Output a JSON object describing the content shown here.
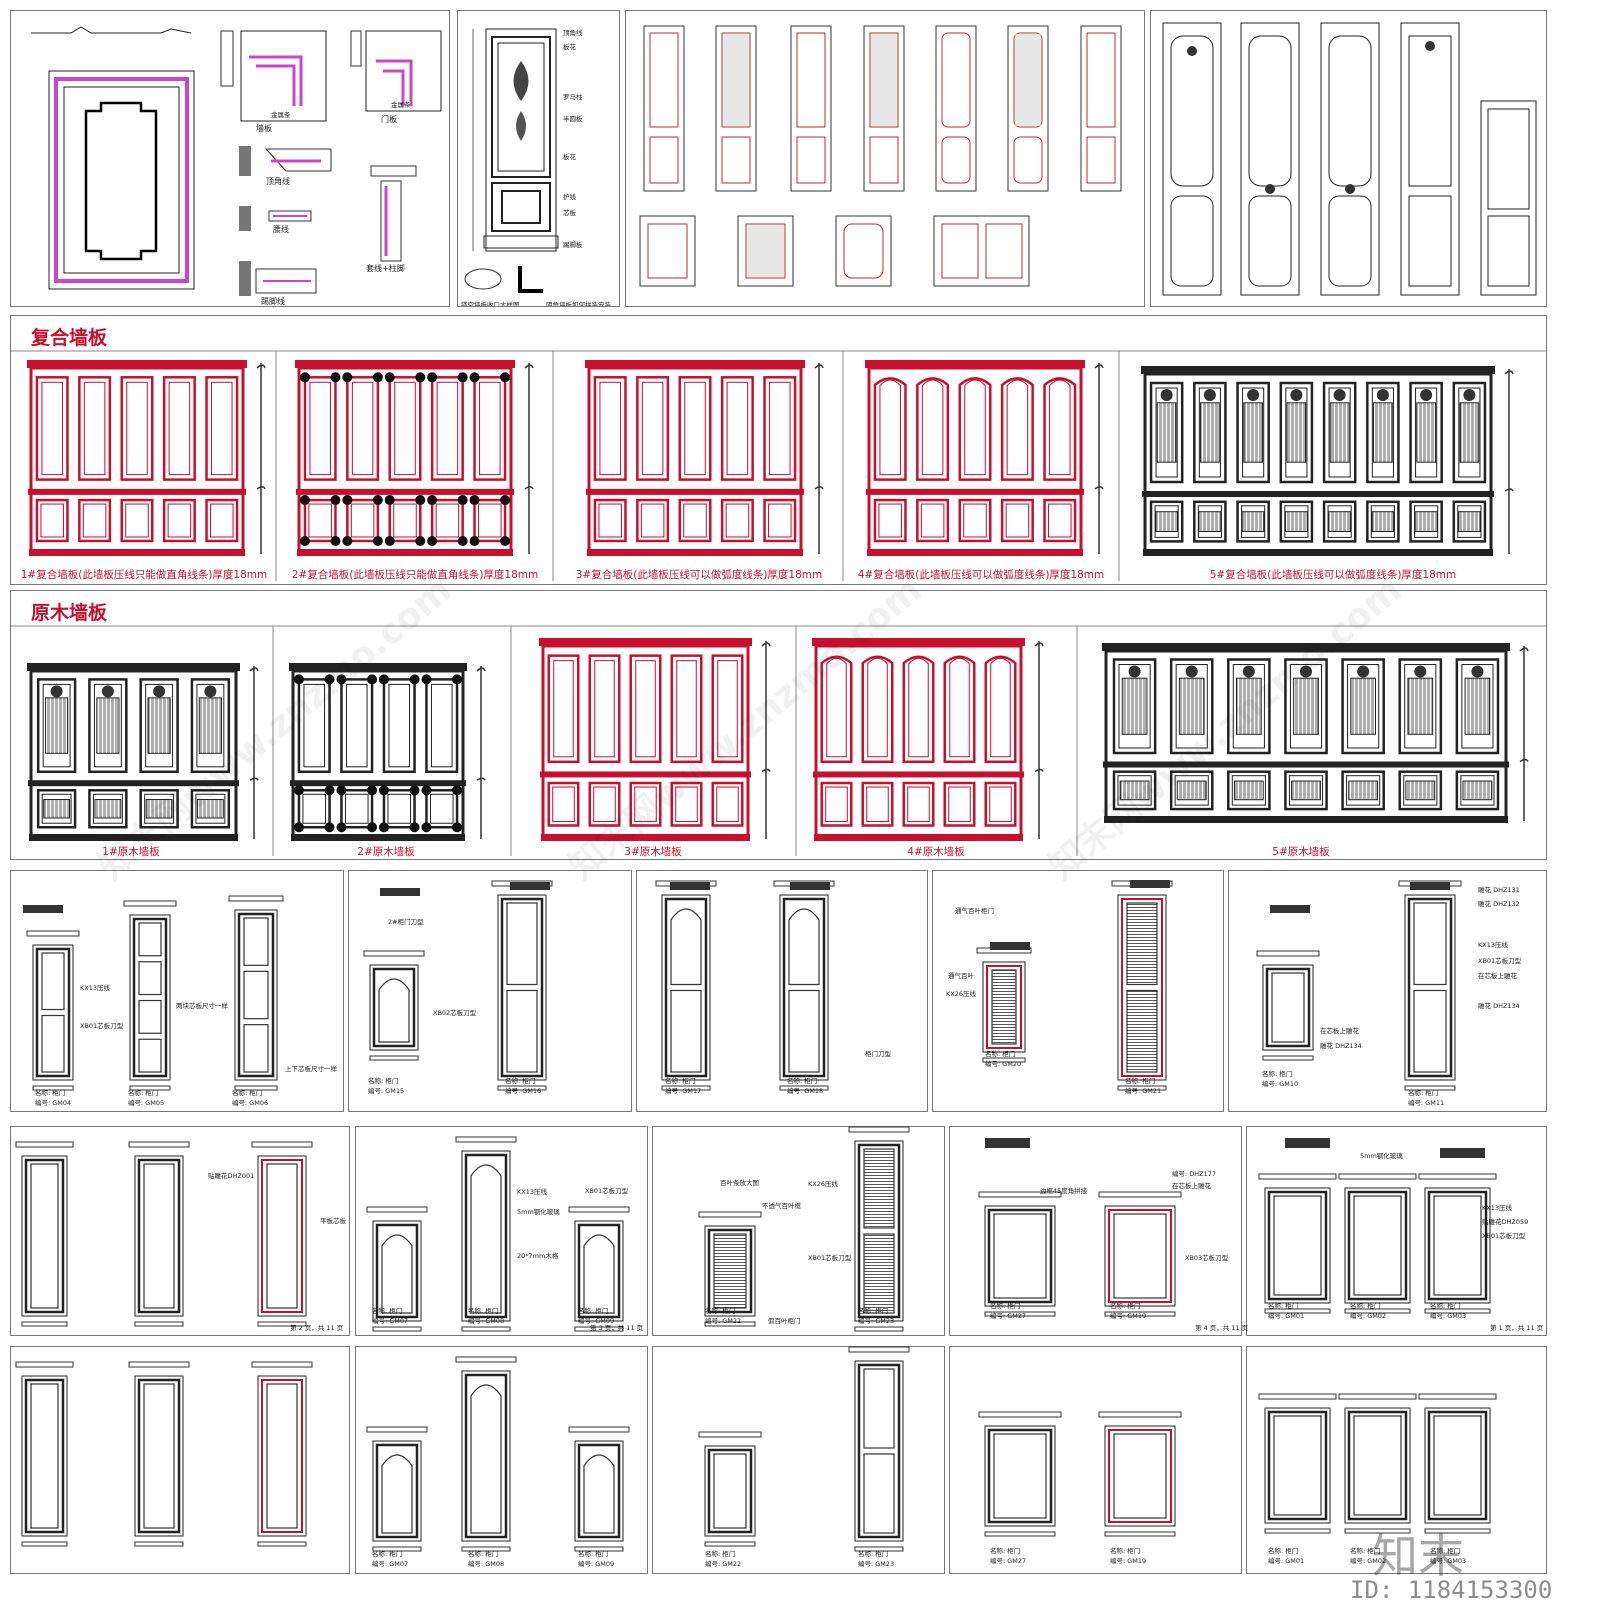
{
  "sections": {
    "composite": "复合墙板",
    "solid": "原木墙板"
  },
  "top": {
    "mouldings": {
      "wall": "墙板",
      "door": "门板",
      "crown": "顶角线",
      "waist": "腰线",
      "skirting": "踢脚线",
      "casing": "套线+柱脚",
      "color_tag": "金属条"
    },
    "door_labels": [
      "顶角线",
      "板花",
      "罗马柱",
      "半圆板",
      "板花",
      "护线",
      "芯板",
      "踢脚板"
    ],
    "door_notes": [
      "镂空墙板收口大样图",
      "阴角墙板如何拼装安装"
    ]
  },
  "composite_captions": [
    "1#复合墙板(此墙板压线只能做直角线条)厚度18mm",
    "2#复合墙板(此墙板压线只能做直角线条)厚度18mm",
    "3#复合墙板(此墙板压线可以做弧度线条)厚度18mm",
    "4#复合墙板(此墙板压线可以做弧度线条)厚度18mm",
    "5#复合墙板(此墙板压线可以做弧度线条)厚度18mm"
  ],
  "solid_captions": [
    "1#原木墙板",
    "2#原木墙板",
    "3#原木墙板",
    "4#原木墙板",
    "5#原木墙板"
  ],
  "row3": {
    "labels": [
      "KX13压线",
      "XB01芯板刀型",
      "两块芯板尺寸一样",
      "上下芯板尺寸一样",
      "2#柜门刀型",
      "XB02芯板刀型",
      "柜门刀型",
      "通气百叶柜门",
      "通气百叶",
      "KX26压线",
      "雕花 DHZ131",
      "雕花 DHZ132",
      "KX13压线",
      "XB01芯板刀型",
      "在芯板上雕花",
      "雕花 DHZ134",
      "在芯板上雕花",
      "雕花 DHZ134"
    ],
    "name_prefix": "名称: 柜门",
    "codes": [
      "编号: GM04",
      "编号: GM05",
      "编号: GM06",
      "编号: GM15",
      "编号: GM16",
      "编号: GM17",
      "编号: GM18",
      "编号: GM20",
      "编号: GM21",
      "编号: GM10",
      "编号: GM11"
    ]
  },
  "row4": {
    "labels": [
      "KX13压线",
      "5mm钢化玻璃",
      "20*7mm木格",
      "XB01芯板刀型",
      "百叶条放大图",
      "不透气百叶框",
      "KX26压线",
      "XB01芯板刀型",
      "假百叶柜门",
      "边框45度角拼接",
      "编号: DHZ177",
      "在芯板上雕花",
      "XB03芯板刀型",
      "5mm钢化玻璃",
      "KX13压线",
      "贴雕花DHZ059",
      "XB01芯板刀型",
      "贴雕花DHZ001",
      "平板芯板"
    ],
    "codes": [
      "编号: GM07",
      "编号: GM08",
      "编号: GM09",
      "编号: GM22",
      "编号: GM23",
      "编号: GM27",
      "编号: GM19",
      "编号: GM01",
      "编号: GM02",
      "编号: GM03"
    ],
    "page_notes": [
      "第 2 页，共 11 页",
      "第 3 页，共 11 页",
      "第 1 页，共 11 页",
      "第 4 页，共 11 页"
    ]
  },
  "row5": {
    "codes": [
      "编号: GM07",
      "编号: GM08",
      "编号: GM09",
      "编号: GM22",
      "编号: GM23",
      "编号: GM27",
      "编号: GM19",
      "编号: GM01",
      "编号: GM02",
      "编号: GM03"
    ]
  },
  "watermark": {
    "brand": "知末",
    "id": "ID: 1184153300",
    "site": "知末网www.znzmo.com"
  },
  "colors": {
    "red": "#c8102e",
    "line": "#222222",
    "pink": "#cc44cc"
  }
}
